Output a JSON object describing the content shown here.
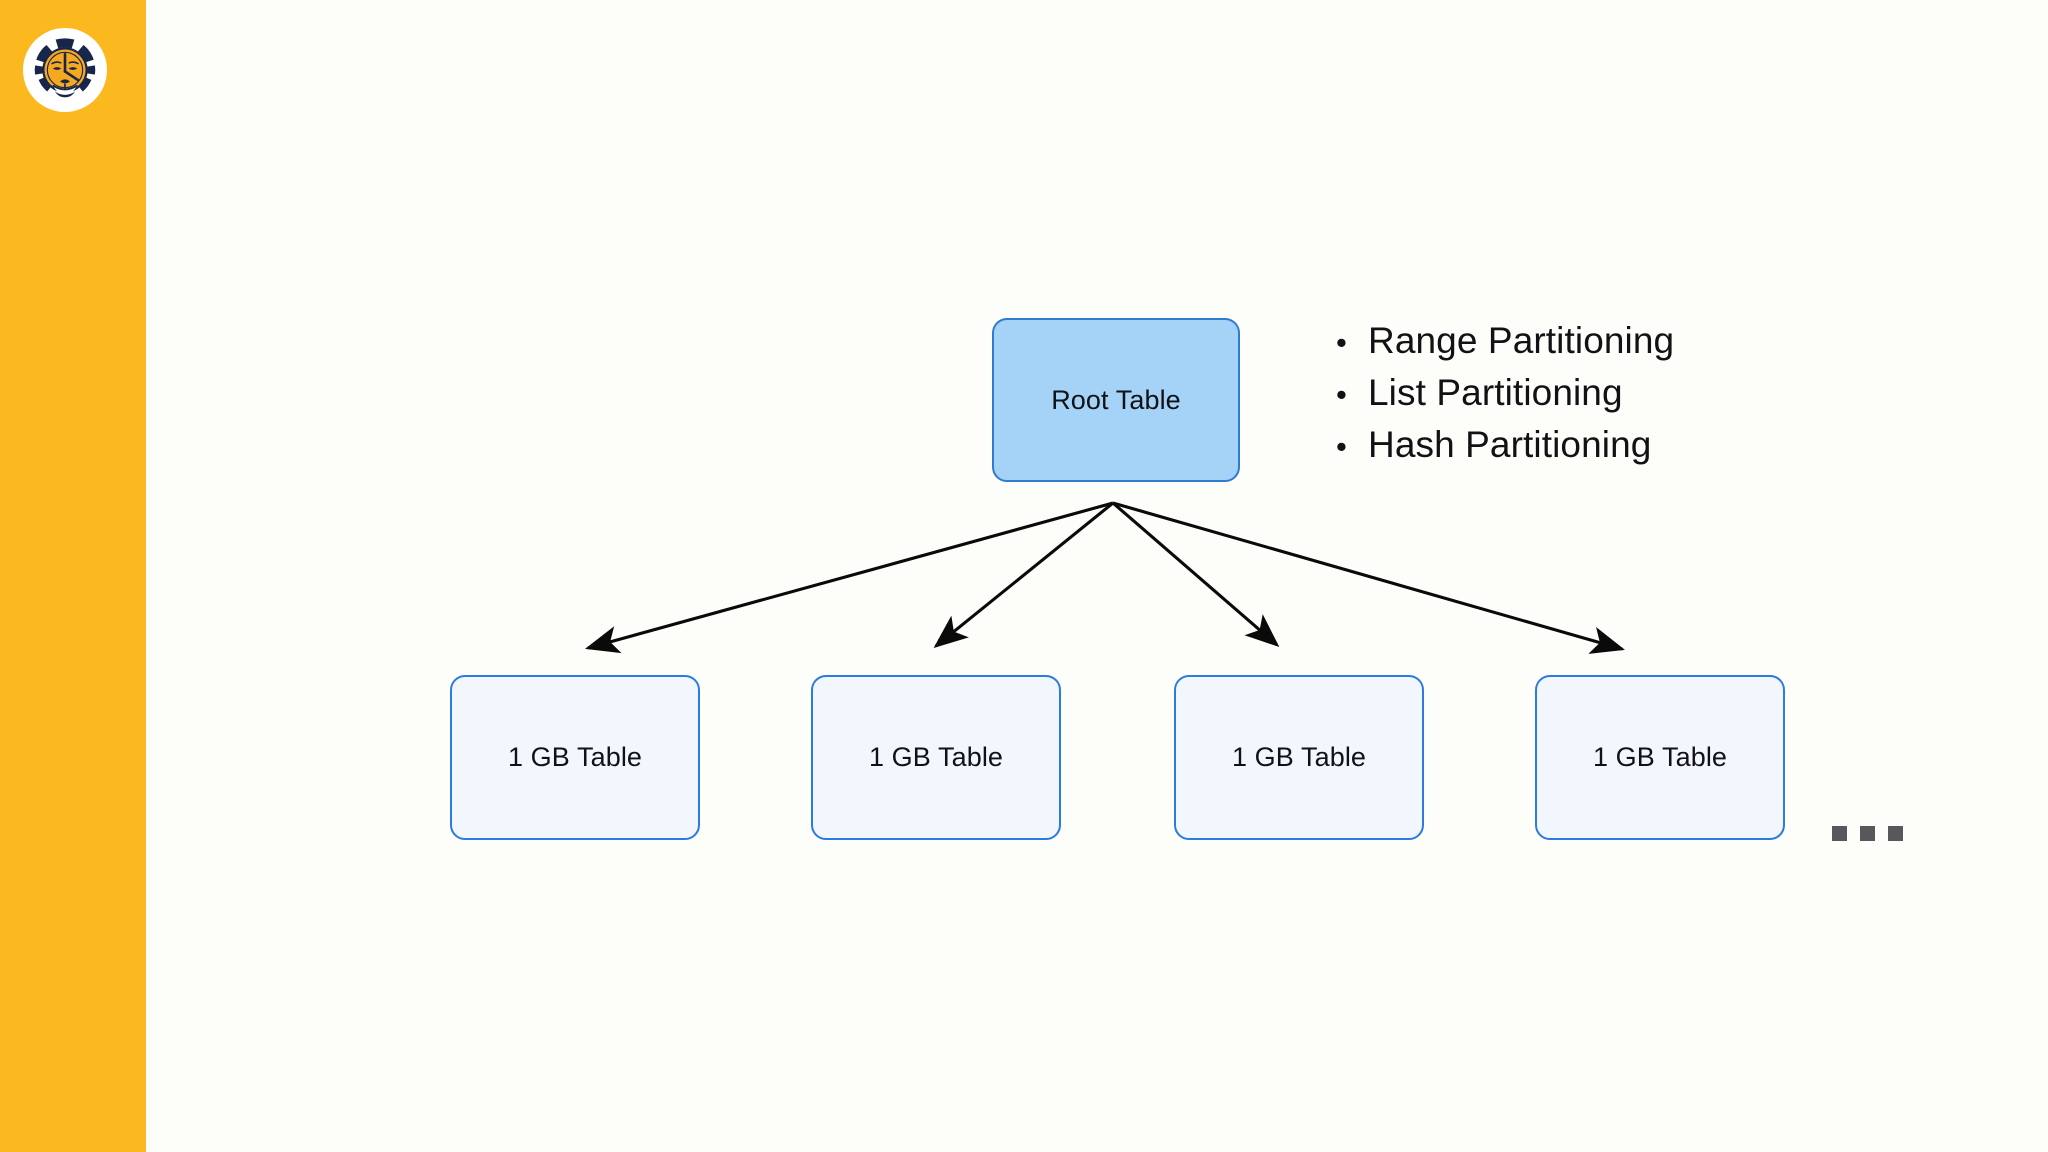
{
  "slide": {
    "background_color": "#FDFEFA",
    "sidebar": {
      "color": "#FCB81F",
      "logo_name": "tiger-head-logo"
    }
  },
  "diagram": {
    "type": "tree",
    "root": {
      "label": "Root Table",
      "fill_color": "#A5D3F8",
      "border_color": "#2F7BD0"
    },
    "leaves": [
      {
        "label": "1 GB Table"
      },
      {
        "label": "1 GB Table"
      },
      {
        "label": "1 GB Table"
      },
      {
        "label": "1 GB Table"
      }
    ],
    "leaf_fill_color": "#F2F6FD",
    "leaf_border_color": "#2C7BE0",
    "connector_color": "#0A0A0A",
    "overflow_indicator": "…"
  },
  "bullets": {
    "marker": "•",
    "items": [
      {
        "label": "Range Partitioning"
      },
      {
        "label": "List Partitioning"
      },
      {
        "label": "Hash Partitioning"
      }
    ]
  }
}
